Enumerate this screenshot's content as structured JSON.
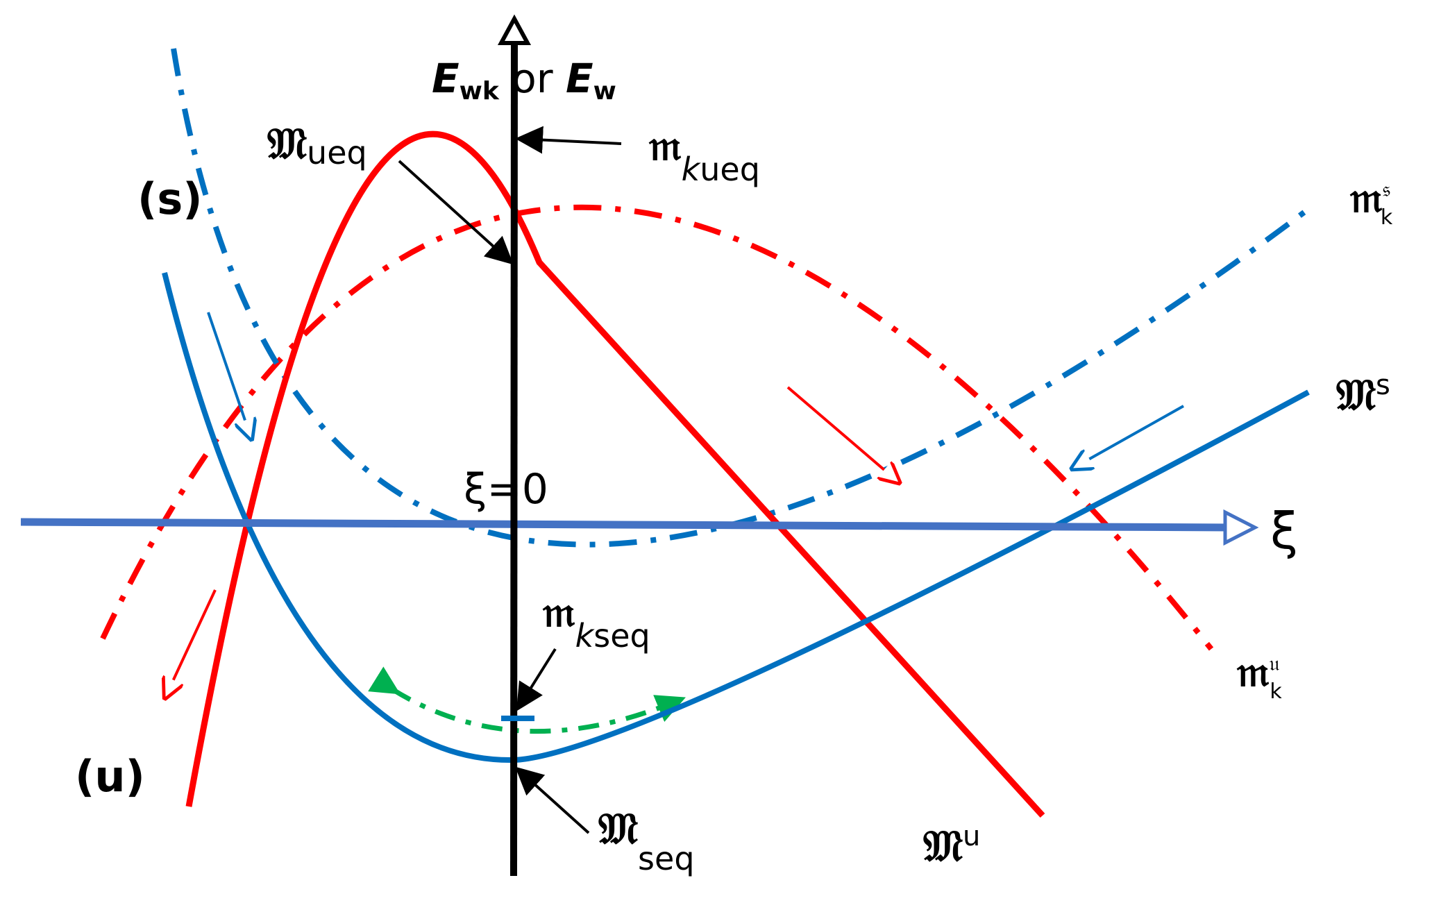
{
  "diagram": {
    "axis_vertical_label": {
      "part1": "E",
      "part1_sub": "wk",
      "middle": " or ",
      "part2": "E",
      "part2_sub": "w"
    },
    "axis_horizontal_label": "ξ",
    "origin_label": "ξ=0",
    "label_s": "(s)",
    "label_u": "(u)",
    "M_ueq": {
      "symbol": "𝔐",
      "sub": "ueq"
    },
    "m_kueq": {
      "symbol": "𝔪",
      "sub_italic": "k",
      "sub": "ueq"
    },
    "m_kseq": {
      "symbol": "𝔪",
      "sub_italic": "k",
      "sub": "seq"
    },
    "M_seq": {
      "symbol": "𝔐",
      "sub": "seq"
    },
    "m_s_k": {
      "symbol": "𝔪",
      "sup": "𝔰",
      "sub": "k"
    },
    "m_u_k": {
      "symbol": "𝔪",
      "sup": "𝔲",
      "sub": "k"
    },
    "M_s": {
      "symbol": "𝔐",
      "sup": "s"
    },
    "M_u": {
      "symbol": "𝔐",
      "sup": "u"
    },
    "colors": {
      "red": "#ff0000",
      "blue": "#0070c0",
      "axis_blue": "#4472c4",
      "green": "#00b050",
      "black": "#000000"
    }
  }
}
